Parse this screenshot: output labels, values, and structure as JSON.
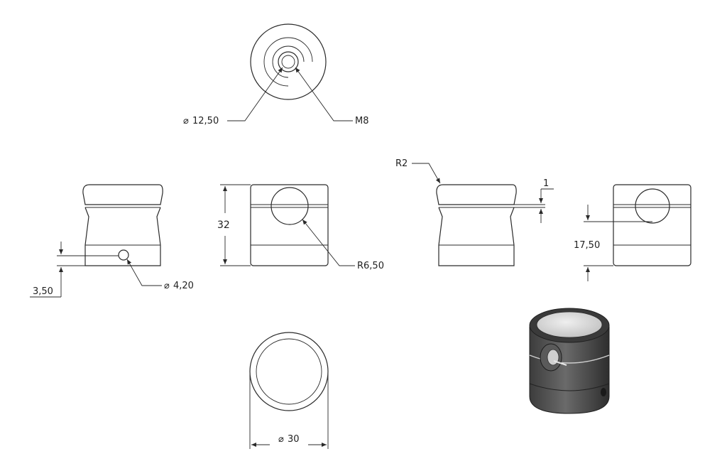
{
  "dimensions": {
    "top_dia": "12,50",
    "thread": "M8",
    "hole_dia": "4,20",
    "hole_offset": "3,50",
    "height": "32",
    "groove_radius": "R6,50",
    "fillet_radius": "R2",
    "groove_width": "1",
    "groove_height": "17,50",
    "body_dia": "30",
    "diameter_symbol": "⌀"
  },
  "colors": {
    "line": "#2a2a2a",
    "iso_body": "#4a4a4a",
    "iso_top": "#d9d9d9"
  }
}
